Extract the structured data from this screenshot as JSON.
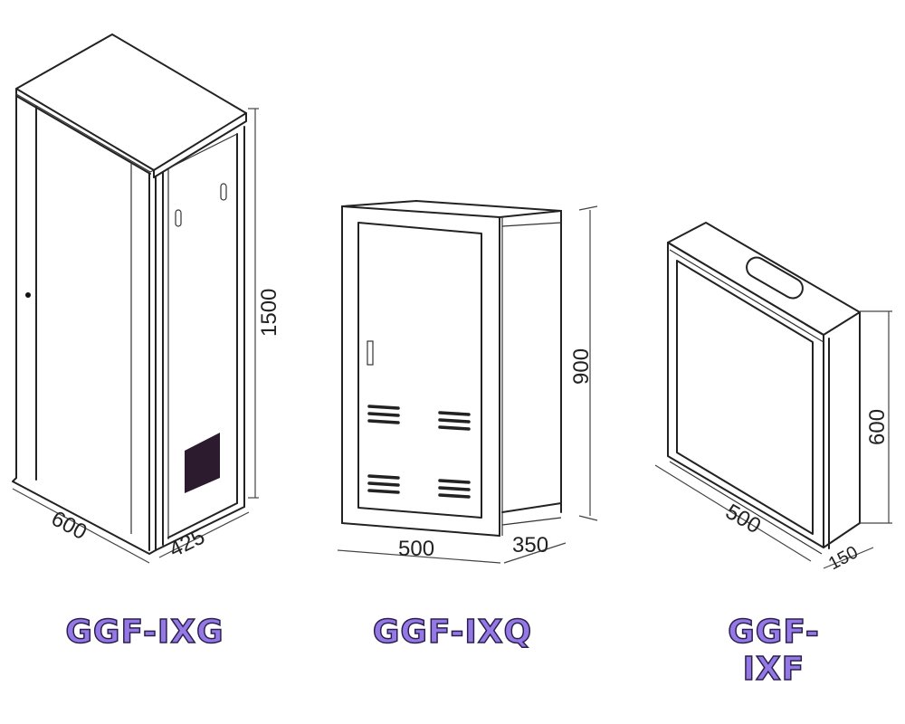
{
  "models": [
    {
      "name": "GGF-IXG",
      "dimensions": {
        "width": "600",
        "depth": "425",
        "height": "1500"
      }
    },
    {
      "name": "GGF-IXQ",
      "dimensions": {
        "width": "500",
        "depth": "350",
        "height": "900"
      }
    },
    {
      "name": "GGF-IXF",
      "dimensions": {
        "width": "500",
        "depth": "150",
        "height": "600"
      }
    }
  ],
  "colors": {
    "label_fill": "#9478e6",
    "label_outline": "#2a1f4a",
    "line": "#222222",
    "vent_grille": "#2c1a2e"
  }
}
